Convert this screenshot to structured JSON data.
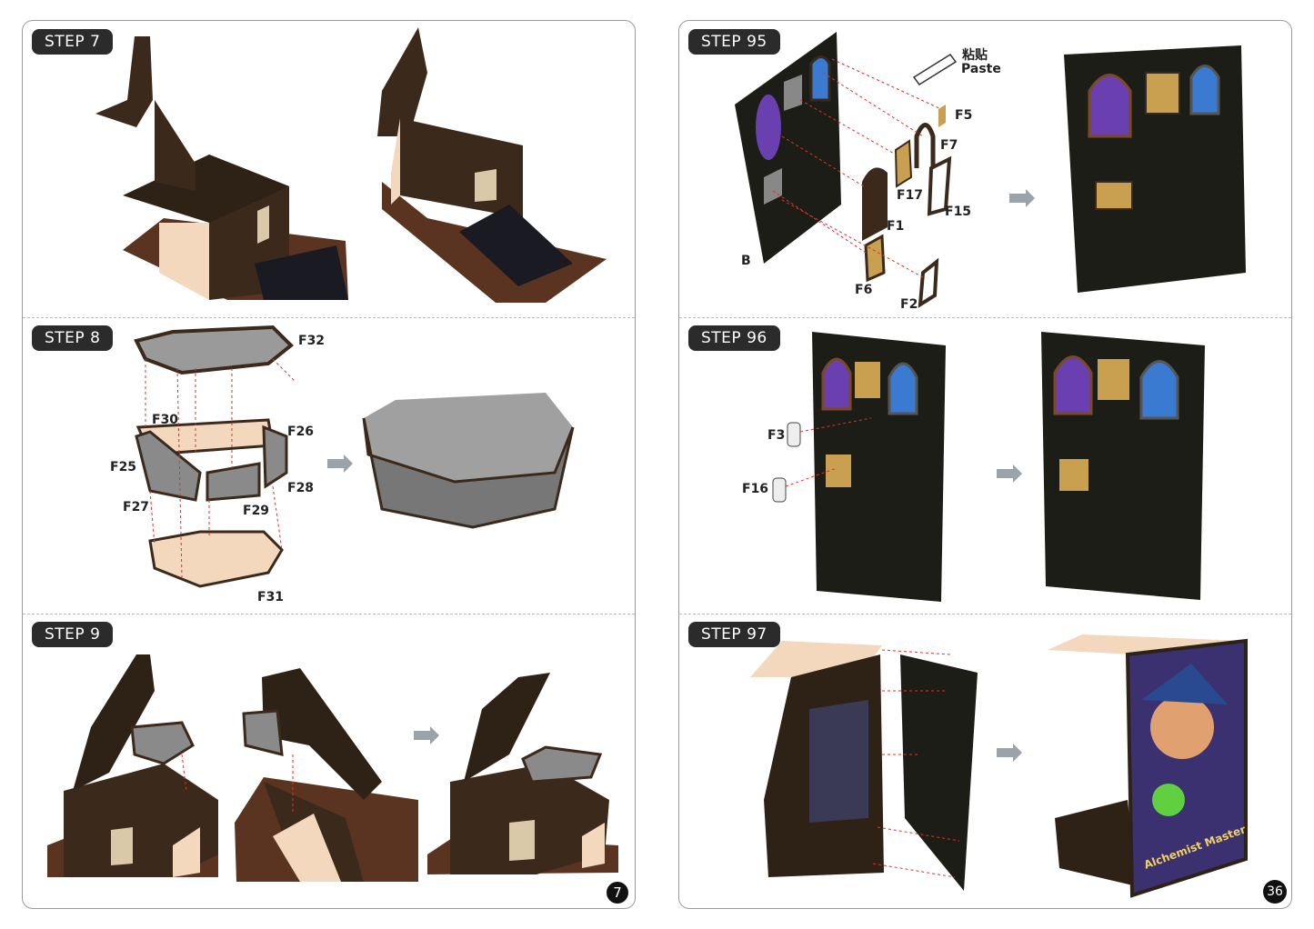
{
  "left_page": {
    "page_number": "7",
    "steps": [
      {
        "label": "STEP  7"
      },
      {
        "label": "STEP  8",
        "parts": [
          "F32",
          "F30",
          "F26",
          "F25",
          "F28",
          "F27",
          "F29",
          "F31"
        ]
      },
      {
        "label": "STEP  9"
      }
    ]
  },
  "right_page": {
    "page_number": "36",
    "steps": [
      {
        "label": "STEP  95",
        "paste_cn": "粘贴",
        "paste_en": "Paste",
        "parts": [
          "F5",
          "F7",
          "F17",
          "F15",
          "F1",
          "B",
          "F6",
          "F2"
        ]
      },
      {
        "label": "STEP  96",
        "parts": [
          "F3",
          "F16"
        ]
      },
      {
        "label": "STEP  97",
        "cover_text": "Alchemist Master"
      }
    ]
  },
  "colors": {
    "wood": "#3b2a1c",
    "floor": "#5a3420",
    "wall": "#1d1d18",
    "stone": "#8f8f8f",
    "plywood": "#f3d8bd",
    "arrow": "#9aa3aa",
    "guide": "#e03030"
  }
}
